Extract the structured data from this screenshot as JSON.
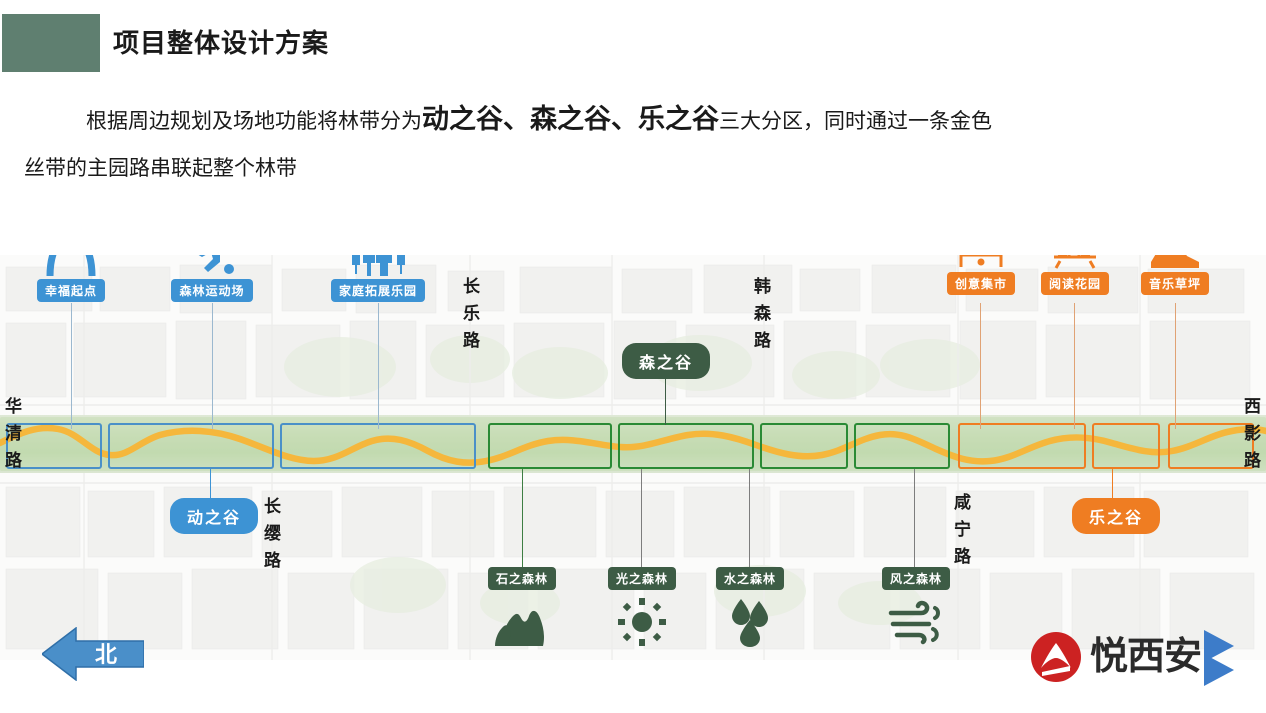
{
  "slide": {
    "title": "项目整体设计方案",
    "title_block_color": "#5f7f70"
  },
  "intro": {
    "line1_part1": "根据周边规划及场地功能将林带分为",
    "line1_emphasis": "动之谷、森之谷、乐之谷",
    "line1_part2": "三大分区，同时通过一条金色",
    "line2": "丝带的主园路串联起整个林带"
  },
  "map": {
    "zones": [
      {
        "label": "动之谷",
        "color": "#3d93d4",
        "style": "blue"
      },
      {
        "label": "森之谷",
        "color": "#3d5c45",
        "style": "green"
      },
      {
        "label": "乐之谷",
        "color": "#ef7d22",
        "style": "orange"
      }
    ],
    "top_pois": [
      {
        "label": "幸福起点",
        "icon": "arch-gate-icon",
        "style": "blue"
      },
      {
        "label": "森林运动场",
        "icon": "soccer-player-icon",
        "style": "blue"
      },
      {
        "label": "家庭拓展乐园",
        "icon": "family-group-icon",
        "style": "blue"
      },
      {
        "label": "创意集市",
        "icon": "market-stall-icon",
        "style": "orange"
      },
      {
        "label": "阅读花园",
        "icon": "books-icon",
        "style": "orange"
      },
      {
        "label": "音乐草坪",
        "icon": "dj-headphones-icon",
        "style": "orange"
      }
    ],
    "bottom_pois": [
      {
        "label": "石之森林",
        "icon": "rock-mountain-icon"
      },
      {
        "label": "光之森林",
        "icon": "sun-icon"
      },
      {
        "label": "水之森林",
        "icon": "water-drops-icon"
      },
      {
        "label": "风之森林",
        "icon": "wind-icon"
      }
    ],
    "roads": [
      {
        "name": "华清路"
      },
      {
        "name": "长乐路"
      },
      {
        "name": "长缨路"
      },
      {
        "name": "韩森路"
      },
      {
        "name": "咸宁路"
      },
      {
        "name": "西影路"
      }
    ],
    "ribbon_color": "#f5b73c"
  },
  "compass": {
    "label": "北",
    "color": "#4a8fc9"
  },
  "logo": {
    "text": "悦西安",
    "mark_color": "#cc2222",
    "accent_color": "#3d7cc9"
  }
}
